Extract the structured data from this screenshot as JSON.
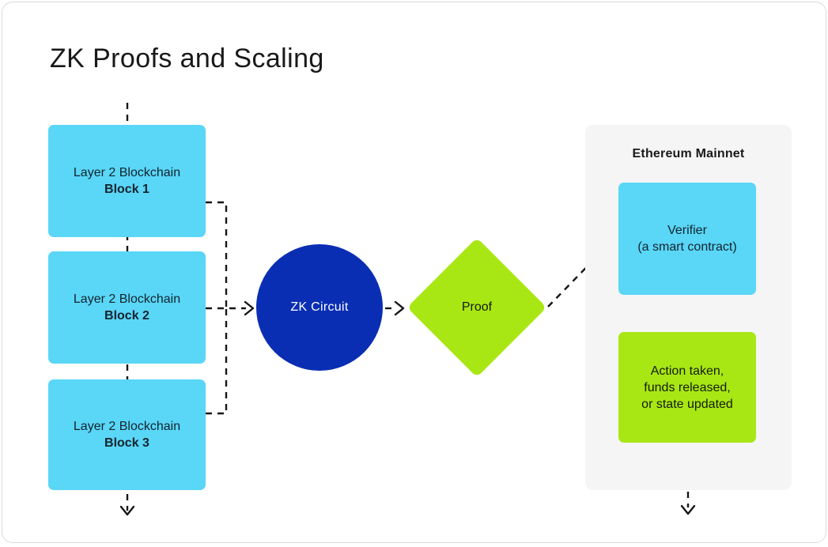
{
  "title": "ZK Proofs and Scaling",
  "colors": {
    "cyan": "#5AD6F7",
    "blue": "#0A2EB3",
    "green": "#A9E714",
    "panel_bg": "#F5F5F6",
    "card_border": "#DBDBDB",
    "line": "#161616",
    "node_text": "#14242E",
    "green_text": "#121B0A",
    "title_text": "#191919",
    "circle_text": "#FFFFFF"
  },
  "nodes": {
    "layer2_blocks": [
      {
        "line1": "Layer 2 Blockchain",
        "line2": "Block 1"
      },
      {
        "line1": "Layer 2 Blockchain",
        "line2": "Block 2"
      },
      {
        "line1": "Layer 2 Blockchain",
        "line2": "Block 3"
      }
    ],
    "zk_circuit": {
      "label": "ZK Circuit"
    },
    "proof": {
      "label": "Proof"
    },
    "ethereum_mainnet": {
      "title": "Ethereum Mainnet",
      "verifier": {
        "line1": "Verifier",
        "line2": "(a smart contract)"
      },
      "action": {
        "line1": "Action taken,",
        "line2": "funds released,",
        "line3": "or state updated"
      }
    }
  }
}
